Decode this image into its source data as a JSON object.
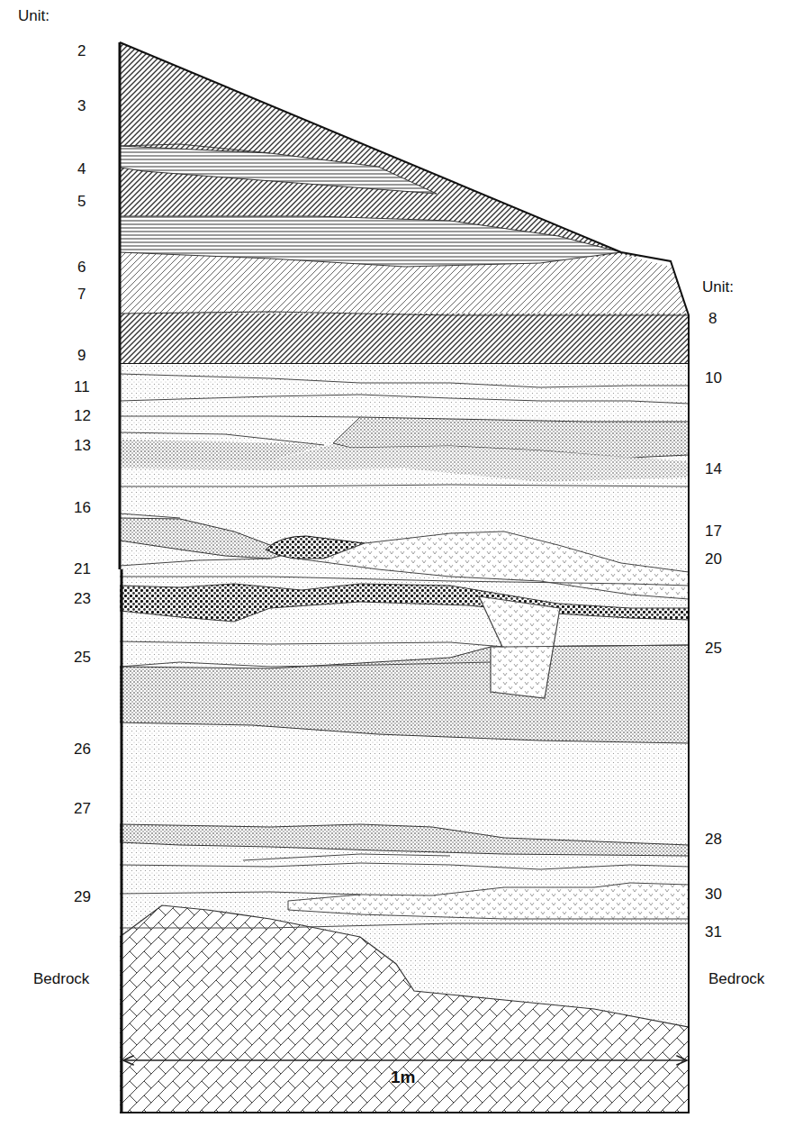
{
  "diagram": {
    "labels": [
      "Unit:",
      "2",
      "3",
      "4",
      "5",
      "6",
      "7",
      "Unit:",
      "8",
      "9",
      "10",
      "11",
      "12",
      "13",
      "14",
      "16",
      "17",
      "21",
      "20",
      "23",
      "25",
      "25",
      "26",
      "27",
      "28",
      "29",
      "30",
      "31",
      "Bedrock",
      "Bedrock",
      "1m"
    ]
  }
}
